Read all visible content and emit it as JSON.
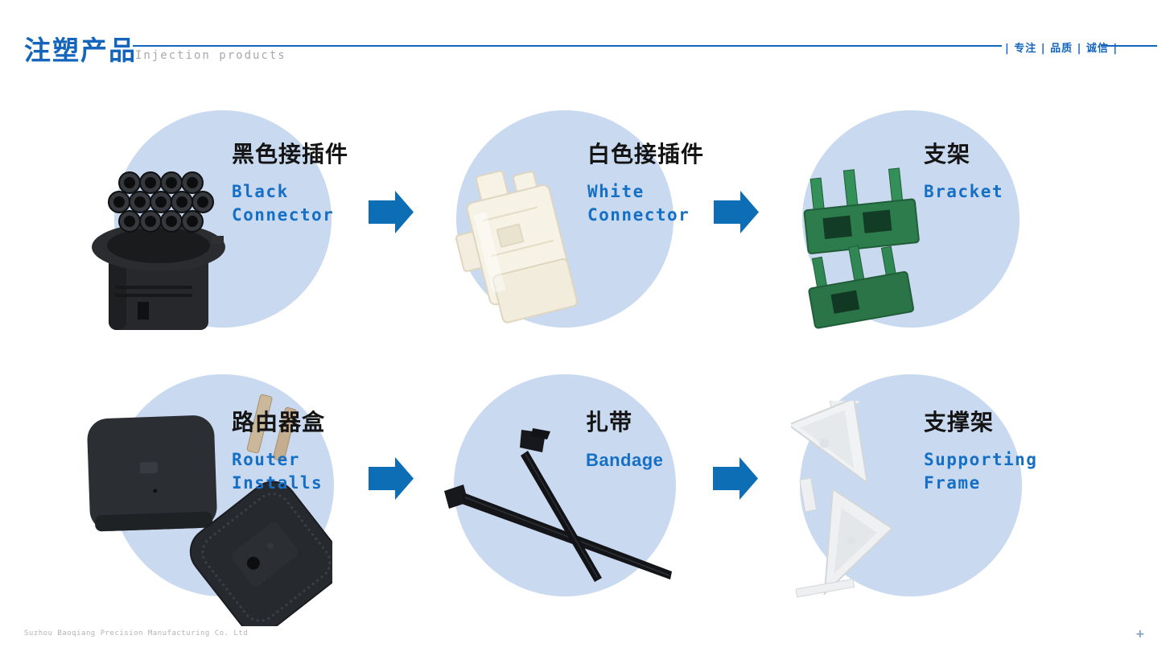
{
  "header": {
    "title_zh": "注塑产品",
    "title_en": "Injection products",
    "slogan": "| 专注 | 品质 | 诚信 |"
  },
  "cards": [
    {
      "title_zh": "黑色接插件",
      "subtitle_lines": [
        "Black",
        "Connector"
      ],
      "photo": "black-connector"
    },
    {
      "title_zh": "白色接插件",
      "subtitle_lines": [
        "White",
        "Connector"
      ],
      "photo": "white-connector"
    },
    {
      "title_zh": "支架",
      "subtitle_lines": [
        "Bracket"
      ],
      "photo": "green-bracket"
    },
    {
      "title_zh": "路由器盒",
      "subtitle_lines": [
        "Router",
        "Installs"
      ],
      "photo": "router-boxes"
    },
    {
      "title_zh": "扎带",
      "subtitle_lines": [
        "Bandage"
      ],
      "photo": "cable-ties"
    },
    {
      "title_zh": "支撑架",
      "subtitle_lines": [
        "Supporting",
        "Frame"
      ],
      "photo": "supporting-frames"
    }
  ],
  "footer": {
    "company": "Suzhou Baoqiang Precision Manufacturing Co. Ltd",
    "page_marker": "+"
  },
  "colors": {
    "accent_blue": "#1565bd",
    "arrow_blue": "#0d6eb6",
    "circle_fill": "#c9d9f0",
    "subtitle_blue": "#1570c5",
    "muted_gray": "#a9a9a9"
  }
}
